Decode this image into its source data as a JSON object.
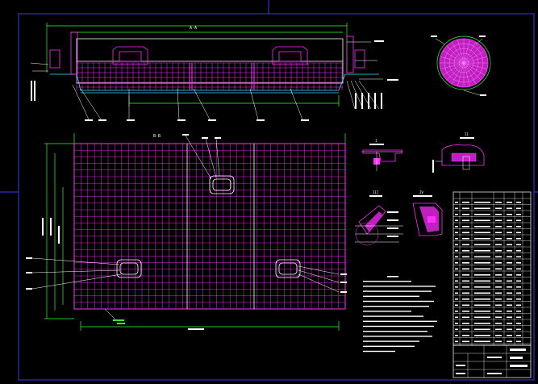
{
  "drawing": {
    "section_label": "A-A",
    "plan_title": "B-B",
    "detail_label_1": "I",
    "detail_label_2": "II",
    "detail_label_3": "III",
    "detail_label_4": "IV",
    "table_title": "",
    "title_block_label": ""
  },
  "colors": {
    "background": "#000000",
    "frame": "#3a3af0",
    "grid": "#ff30ff",
    "dimension": "#30ff30",
    "white": "#ffffff",
    "cyan": "#30e0ff",
    "yellow": "#ffff40",
    "red": "#ff3030"
  }
}
